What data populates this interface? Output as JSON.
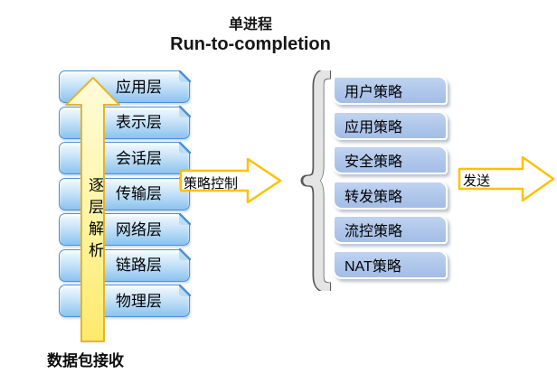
{
  "title": {
    "line1": "单进程",
    "line2": "Run-to-completion"
  },
  "left_stack": [
    "应用层",
    "表示层",
    "会话层",
    "传输层",
    "网络层",
    "链路层",
    "物理层"
  ],
  "up_arrow_label": "逐层解析",
  "receive_label": "数据包接收",
  "policy_arrow_label": "策略控制",
  "right_stack": [
    "用户策略",
    "应用策略",
    "安全策略",
    "转发策略",
    "流控策略",
    "NAT策略"
  ],
  "send_arrow_label": "发送",
  "colors": {
    "layer_box_border": "#4a90d8",
    "layer_box_fill_top": "#f3fafe",
    "layer_box_fill_bottom": "#8cc2ef",
    "policy_box_fill": "#aec6ea",
    "outline_arrow_stroke": "#ffc000",
    "up_arrow_fill_top": "#fffbd9",
    "up_arrow_fill_bottom": "#ffe96b",
    "up_arrow_border": "#e2b52e",
    "brace_fill": "#e4e4e4",
    "brace_outline": "#5a5a5a",
    "text": "#000000"
  }
}
